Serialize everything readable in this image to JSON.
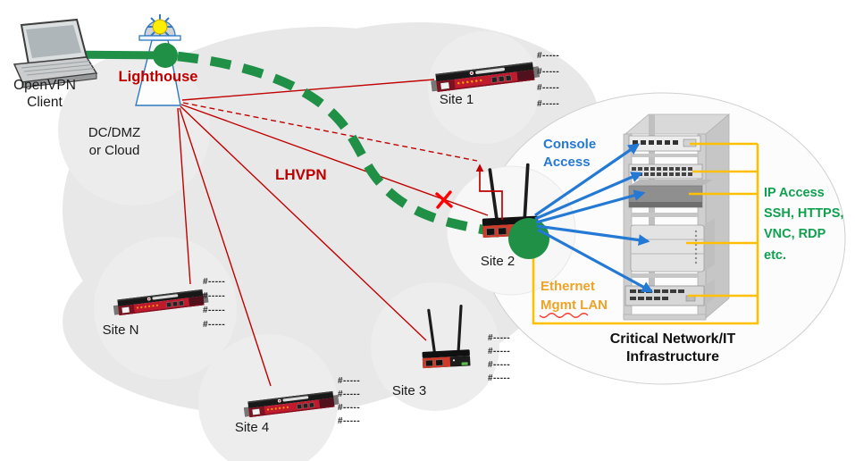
{
  "colors": {
    "green": "#1f9046",
    "red": "#c00000",
    "blue": "#2479d4",
    "yellow": "#ffc000",
    "orange": "#eda327",
    "ip_green": "#0fa14f",
    "device_red": "#c01a2e"
  },
  "labels": {
    "openvpn_client": "OpenVPN\nClient",
    "lighthouse": "Lighthouse",
    "dc_dmz": "DC/DMZ\nor Cloud",
    "lhvpn": "LHVPN",
    "console_access": "Console\nAccess",
    "ethernet_mgmt_lan": "Ethernet\nMgmt LAN",
    "ip_access": "IP Access\nSSH, HTTPS,\nVNC, RDP\netc.",
    "critical_infra": "Critical Network/IT\nInfrastructure",
    "hash_line": "#-----"
  },
  "sites": {
    "site1": "Site 1",
    "site2": "Site 2",
    "site3": "Site 3",
    "site4": "Site 4",
    "siteN": "Site N"
  },
  "icons": {
    "laptop": "laptop-icon",
    "lighthouse": "lighthouse-icon",
    "rack_appliance": "rack-appliance-icon",
    "router": "router-icon",
    "server_rack": "server-rack-icon",
    "x_mark": "x-mark-icon"
  }
}
